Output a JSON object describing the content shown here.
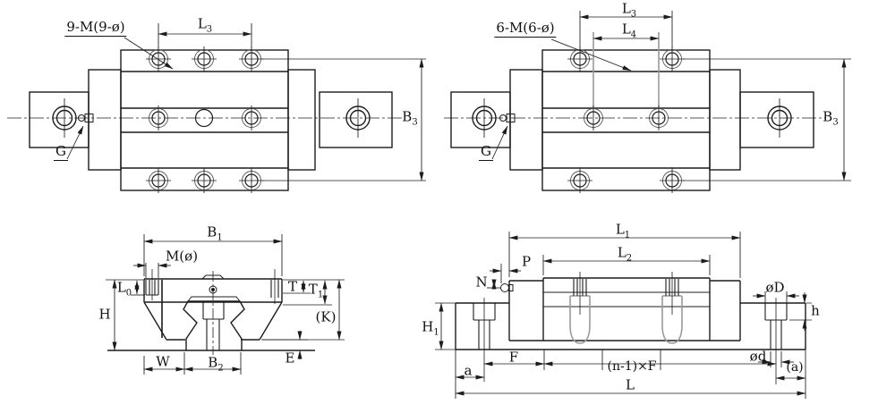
{
  "drawing": {
    "line_color": "#1c1c1c",
    "aux_gray": "#9a9a9a",
    "views": {
      "top_left": {
        "thread_note": "9-M(9-ø)",
        "grease_label": "G",
        "dim_l3": {
          "base": "L",
          "sub": "3"
        },
        "dim_b3": {
          "base": "B",
          "sub": "3"
        }
      },
      "top_right": {
        "thread_note": "6-M(6-ø)",
        "grease_label": "G",
        "dim_l3": {
          "base": "L",
          "sub": "3"
        },
        "dim_l4": {
          "base": "L",
          "sub": "4"
        },
        "dim_b3": {
          "base": "B",
          "sub": "3"
        }
      },
      "cross_section": {
        "dim_b1": {
          "base": "B",
          "sub": "1"
        },
        "dim_m": "M(ø)",
        "dim_l0": {
          "base": "L",
          "sub": "0"
        },
        "dim_h": "H",
        "dim_w": "W",
        "dim_b2": {
          "base": "B",
          "sub": "2"
        },
        "dim_e": "E",
        "dim_t": "T",
        "dim_t1": {
          "base": "T",
          "sub": "1"
        },
        "dim_k": "(K)"
      },
      "side_view": {
        "dim_l1": {
          "base": "L",
          "sub": "1"
        },
        "dim_l2": {
          "base": "L",
          "sub": "2"
        },
        "dim_p": "P",
        "dim_n": "N",
        "dim_h1": {
          "base": "H",
          "sub": "1"
        },
        "dim_a": "a",
        "dim_f": "F",
        "dim_nf": "(n-1)×F",
        "dim_l": "L",
        "dim_dia_d_big": "øD",
        "dim_h_small": "h",
        "dim_dia_d_small": "ød",
        "dim_a_paren": "(a)"
      }
    }
  }
}
